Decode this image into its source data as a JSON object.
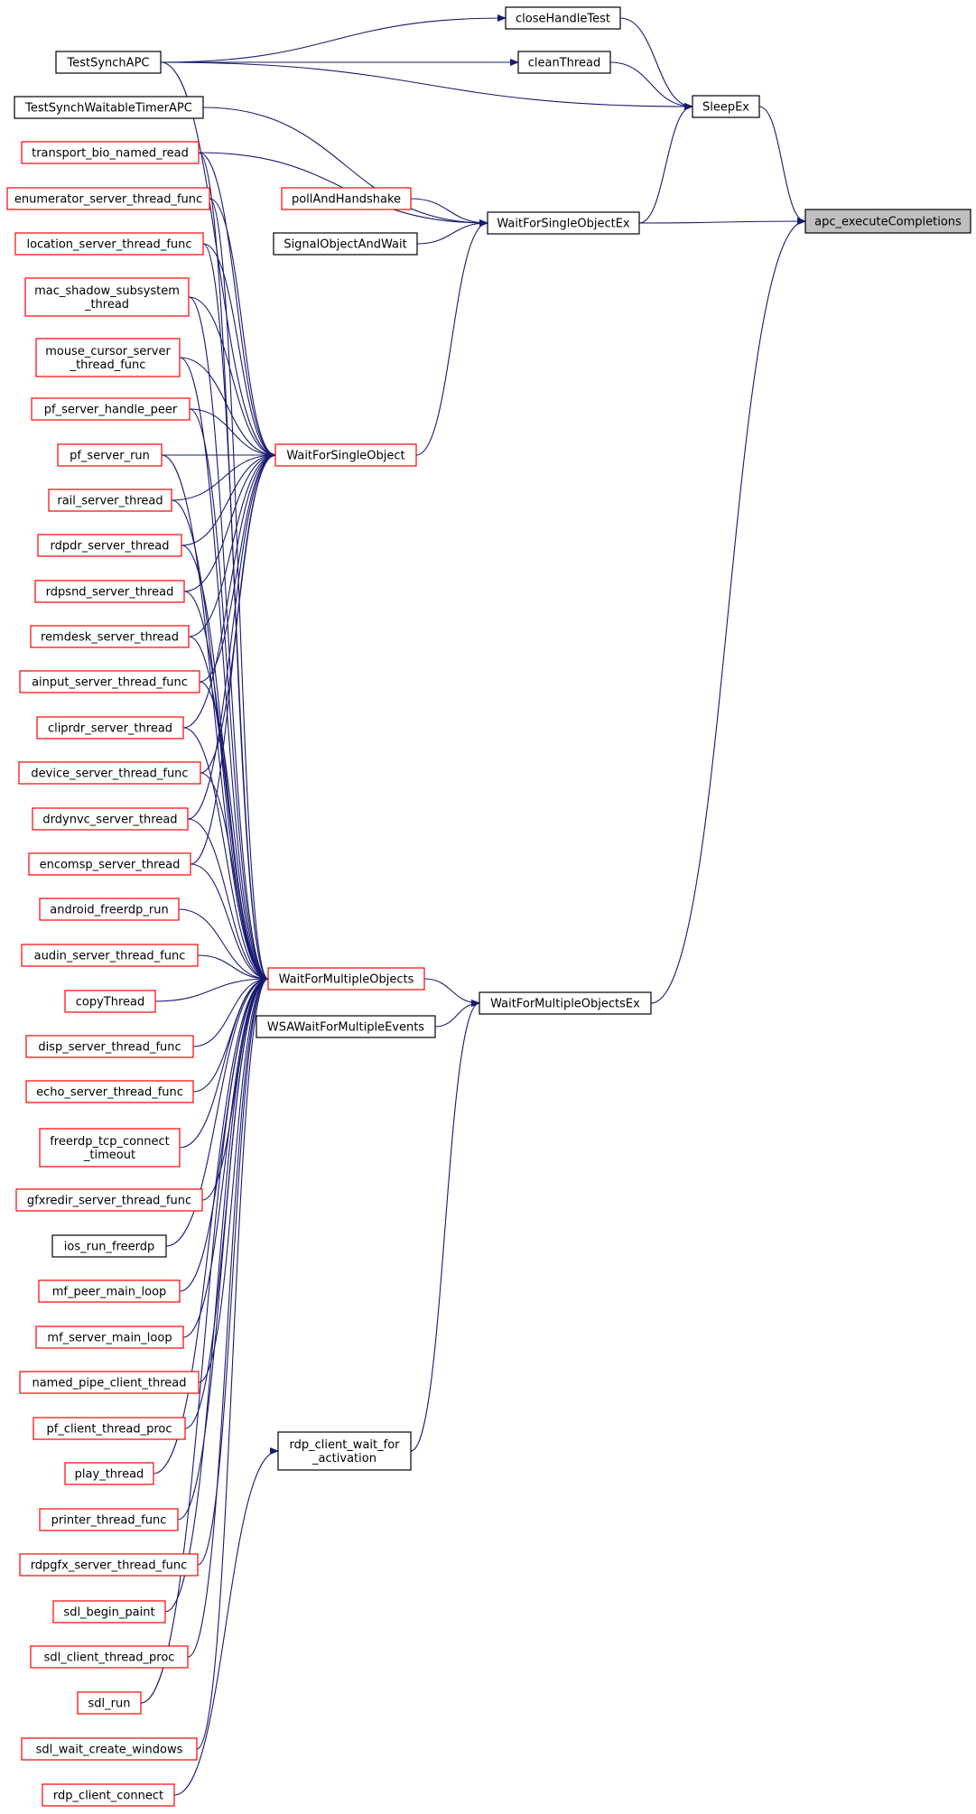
{
  "colors": {
    "edge": "#191970",
    "arrow": "#191970",
    "box_black": "#000000",
    "box_red": "#ff0000",
    "root_fill": "#bfbfbf",
    "fill": "#ffffff"
  },
  "nodes": [
    {
      "id": "apc_executeCompletions",
      "label": [
        "apc_executeCompletions"
      ],
      "style": "root"
    },
    {
      "id": "closeHandleTest",
      "label": [
        "closeHandleTest"
      ],
      "style": "black"
    },
    {
      "id": "SleepEx",
      "label": [
        "SleepEx"
      ],
      "style": "black"
    },
    {
      "id": "TestSynchAPC",
      "label": [
        "TestSynchAPC"
      ],
      "style": "black"
    },
    {
      "id": "cleanThread",
      "label": [
        "cleanThread"
      ],
      "style": "black"
    },
    {
      "id": "TestSynchWaitableTimerAPC",
      "label": [
        "TestSynchWaitableTimerAPC"
      ],
      "style": "black"
    },
    {
      "id": "WaitForSingleObjectEx",
      "label": [
        "WaitForSingleObjectEx"
      ],
      "style": "black"
    },
    {
      "id": "transport_bio_named_read",
      "label": [
        "transport_bio_named_read"
      ],
      "style": "red"
    },
    {
      "id": "pollAndHandshake",
      "label": [
        "pollAndHandshake"
      ],
      "style": "red"
    },
    {
      "id": "enumerator_server_thread_func",
      "label": [
        "enumerator_server_thread_func"
      ],
      "style": "red"
    },
    {
      "id": "SignalObjectAndWait",
      "label": [
        "SignalObjectAndWait"
      ],
      "style": "black"
    },
    {
      "id": "location_server_thread_func",
      "label": [
        "location_server_thread_func"
      ],
      "style": "red"
    },
    {
      "id": "mac_shadow_subsystem_thread",
      "label": [
        "mac_shadow_subsystem",
        "_thread"
      ],
      "style": "red"
    },
    {
      "id": "mouse_cursor_server_thread_func",
      "label": [
        "mouse_cursor_server",
        "_thread_func"
      ],
      "style": "red"
    },
    {
      "id": "pf_server_handle_peer",
      "label": [
        "pf_server_handle_peer"
      ],
      "style": "red"
    },
    {
      "id": "WaitForSingleObject",
      "label": [
        "WaitForSingleObject"
      ],
      "style": "red"
    },
    {
      "id": "pf_server_run",
      "label": [
        "pf_server_run"
      ],
      "style": "red"
    },
    {
      "id": "rail_server_thread",
      "label": [
        "rail_server_thread"
      ],
      "style": "red"
    },
    {
      "id": "rdpdr_server_thread",
      "label": [
        "rdpdr_server_thread"
      ],
      "style": "red"
    },
    {
      "id": "rdpsnd_server_thread",
      "label": [
        "rdpsnd_server_thread"
      ],
      "style": "red"
    },
    {
      "id": "remdesk_server_thread",
      "label": [
        "remdesk_server_thread"
      ],
      "style": "red"
    },
    {
      "id": "ainput_server_thread_func",
      "label": [
        "ainput_server_thread_func"
      ],
      "style": "red"
    },
    {
      "id": "cliprdr_server_thread",
      "label": [
        "cliprdr_server_thread"
      ],
      "style": "red"
    },
    {
      "id": "device_server_thread_func",
      "label": [
        "device_server_thread_func"
      ],
      "style": "red"
    },
    {
      "id": "drdynvc_server_thread",
      "label": [
        "drdynvc_server_thread"
      ],
      "style": "red"
    },
    {
      "id": "encomsp_server_thread",
      "label": [
        "encomsp_server_thread"
      ],
      "style": "red"
    },
    {
      "id": "android_freerdp_run",
      "label": [
        "android_freerdp_run"
      ],
      "style": "red"
    },
    {
      "id": "audin_server_thread_func",
      "label": [
        "audin_server_thread_func"
      ],
      "style": "red"
    },
    {
      "id": "WaitForMultipleObjects",
      "label": [
        "WaitForMultipleObjects"
      ],
      "style": "red"
    },
    {
      "id": "WaitForMultipleObjectsEx",
      "label": [
        "WaitForMultipleObjectsEx"
      ],
      "style": "black"
    },
    {
      "id": "copyThread",
      "label": [
        "copyThread"
      ],
      "style": "red"
    },
    {
      "id": "WSAWaitForMultipleEvents",
      "label": [
        "WSAWaitForMultipleEvents"
      ],
      "style": "black"
    },
    {
      "id": "disp_server_thread_func",
      "label": [
        "disp_server_thread_func"
      ],
      "style": "red"
    },
    {
      "id": "echo_server_thread_func",
      "label": [
        "echo_server_thread_func"
      ],
      "style": "red"
    },
    {
      "id": "freerdp_tcp_connect_timeout",
      "label": [
        "freerdp_tcp_connect",
        "_timeout"
      ],
      "style": "red"
    },
    {
      "id": "gfxredir_server_thread_func",
      "label": [
        "gfxredir_server_thread_func"
      ],
      "style": "red"
    },
    {
      "id": "ios_run_freerdp",
      "label": [
        "ios_run_freerdp"
      ],
      "style": "black"
    },
    {
      "id": "mf_peer_main_loop",
      "label": [
        "mf_peer_main_loop"
      ],
      "style": "red"
    },
    {
      "id": "mf_server_main_loop",
      "label": [
        "mf_server_main_loop"
      ],
      "style": "red"
    },
    {
      "id": "named_pipe_client_thread",
      "label": [
        "named_pipe_client_thread"
      ],
      "style": "red"
    },
    {
      "id": "pf_client_thread_proc",
      "label": [
        "pf_client_thread_proc"
      ],
      "style": "red"
    },
    {
      "id": "rdp_client_wait_for_activation",
      "label": [
        "rdp_client_wait_for",
        "_activation"
      ],
      "style": "black"
    },
    {
      "id": "play_thread",
      "label": [
        "play_thread"
      ],
      "style": "red"
    },
    {
      "id": "printer_thread_func",
      "label": [
        "printer_thread_func"
      ],
      "style": "red"
    },
    {
      "id": "rdpgfx_server_thread_func",
      "label": [
        "rdpgfx_server_thread_func"
      ],
      "style": "red"
    },
    {
      "id": "sdl_begin_paint",
      "label": [
        "sdl_begin_paint"
      ],
      "style": "red"
    },
    {
      "id": "sdl_client_thread_proc",
      "label": [
        "sdl_client_thread_proc"
      ],
      "style": "red"
    },
    {
      "id": "sdl_run",
      "label": [
        "sdl_run"
      ],
      "style": "red"
    },
    {
      "id": "sdl_wait_create_windows",
      "label": [
        "sdl_wait_create_windows"
      ],
      "style": "red"
    },
    {
      "id": "rdp_client_connect",
      "label": [
        "rdp_client_connect"
      ],
      "style": "red"
    }
  ],
  "edges": [
    [
      "SleepEx",
      "apc_executeCompletions"
    ],
    [
      "WaitForSingleObjectEx",
      "apc_executeCompletions"
    ],
    [
      "WaitForMultipleObjectsEx",
      "apc_executeCompletions"
    ],
    [
      "closeHandleTest",
      "SleepEx"
    ],
    [
      "cleanThread",
      "SleepEx"
    ],
    [
      "TestSynchAPC",
      "SleepEx"
    ],
    [
      "WaitForSingleObjectEx",
      "SleepEx"
    ],
    [
      "TestSynchAPC",
      "closeHandleTest"
    ],
    [
      "TestSynchAPC",
      "cleanThread"
    ],
    [
      "TestSynchWaitableTimerAPC",
      "WaitForSingleObjectEx"
    ],
    [
      "pollAndHandshake",
      "WaitForSingleObjectEx"
    ],
    [
      "SignalObjectAndWait",
      "WaitForSingleObjectEx"
    ],
    [
      "WaitForSingleObject",
      "WaitForSingleObjectEx"
    ],
    [
      "transport_bio_named_read",
      "WaitForSingleObjectEx"
    ],
    [
      "TestSynchAPC",
      "WaitForSingleObject"
    ],
    [
      "transport_bio_named_read",
      "WaitForSingleObject"
    ],
    [
      "enumerator_server_thread_func",
      "WaitForSingleObject"
    ],
    [
      "location_server_thread_func",
      "WaitForSingleObject"
    ],
    [
      "mac_shadow_subsystem_thread",
      "WaitForSingleObject"
    ],
    [
      "mouse_cursor_server_thread_func",
      "WaitForSingleObject"
    ],
    [
      "pf_server_handle_peer",
      "WaitForSingleObject"
    ],
    [
      "pf_server_run",
      "WaitForSingleObject"
    ],
    [
      "rail_server_thread",
      "WaitForSingleObject"
    ],
    [
      "rdpdr_server_thread",
      "WaitForSingleObject"
    ],
    [
      "rdpsnd_server_thread",
      "WaitForSingleObject"
    ],
    [
      "remdesk_server_thread",
      "WaitForSingleObject"
    ],
    [
      "ainput_server_thread_func",
      "WaitForSingleObject"
    ],
    [
      "cliprdr_server_thread",
      "WaitForSingleObject"
    ],
    [
      "device_server_thread_func",
      "WaitForSingleObject"
    ],
    [
      "drdynvc_server_thread",
      "WaitForSingleObject"
    ],
    [
      "encomsp_server_thread",
      "WaitForSingleObject"
    ],
    [
      "WaitForMultipleObjects",
      "WaitForMultipleObjectsEx"
    ],
    [
      "WSAWaitForMultipleEvents",
      "WaitForMultipleObjectsEx"
    ],
    [
      "rdp_client_wait_for_activation",
      "WaitForMultipleObjectsEx"
    ],
    [
      "transport_bio_named_read",
      "WaitForMultipleObjects"
    ],
    [
      "enumerator_server_thread_func",
      "WaitForMultipleObjects"
    ],
    [
      "location_server_thread_func",
      "WaitForMultipleObjects"
    ],
    [
      "mac_shadow_subsystem_thread",
      "WaitForMultipleObjects"
    ],
    [
      "mouse_cursor_server_thread_func",
      "WaitForMultipleObjects"
    ],
    [
      "pf_server_handle_peer",
      "WaitForMultipleObjects"
    ],
    [
      "pf_server_run",
      "WaitForMultipleObjects"
    ],
    [
      "rail_server_thread",
      "WaitForMultipleObjects"
    ],
    [
      "rdpdr_server_thread",
      "WaitForMultipleObjects"
    ],
    [
      "rdpsnd_server_thread",
      "WaitForMultipleObjects"
    ],
    [
      "remdesk_server_thread",
      "WaitForMultipleObjects"
    ],
    [
      "ainput_server_thread_func",
      "WaitForMultipleObjects"
    ],
    [
      "cliprdr_server_thread",
      "WaitForMultipleObjects"
    ],
    [
      "device_server_thread_func",
      "WaitForMultipleObjects"
    ],
    [
      "drdynvc_server_thread",
      "WaitForMultipleObjects"
    ],
    [
      "encomsp_server_thread",
      "WaitForMultipleObjects"
    ],
    [
      "android_freerdp_run",
      "WaitForMultipleObjects"
    ],
    [
      "audin_server_thread_func",
      "WaitForMultipleObjects"
    ],
    [
      "copyThread",
      "WaitForMultipleObjects"
    ],
    [
      "disp_server_thread_func",
      "WaitForMultipleObjects"
    ],
    [
      "echo_server_thread_func",
      "WaitForMultipleObjects"
    ],
    [
      "freerdp_tcp_connect_timeout",
      "WaitForMultipleObjects"
    ],
    [
      "gfxredir_server_thread_func",
      "WaitForMultipleObjects"
    ],
    [
      "ios_run_freerdp",
      "WaitForMultipleObjects"
    ],
    [
      "mf_peer_main_loop",
      "WaitForMultipleObjects"
    ],
    [
      "mf_server_main_loop",
      "WaitForMultipleObjects"
    ],
    [
      "named_pipe_client_thread",
      "WaitForMultipleObjects"
    ],
    [
      "pf_client_thread_proc",
      "WaitForMultipleObjects"
    ],
    [
      "play_thread",
      "WaitForMultipleObjects"
    ],
    [
      "printer_thread_func",
      "WaitForMultipleObjects"
    ],
    [
      "rdpgfx_server_thread_func",
      "WaitForMultipleObjects"
    ],
    [
      "sdl_begin_paint",
      "WaitForMultipleObjects"
    ],
    [
      "sdl_client_thread_proc",
      "WaitForMultipleObjects"
    ],
    [
      "sdl_run",
      "WaitForMultipleObjects"
    ],
    [
      "sdl_wait_create_windows",
      "WaitForMultipleObjects"
    ],
    [
      "rdp_client_connect",
      "rdp_client_wait_for_activation"
    ]
  ]
}
